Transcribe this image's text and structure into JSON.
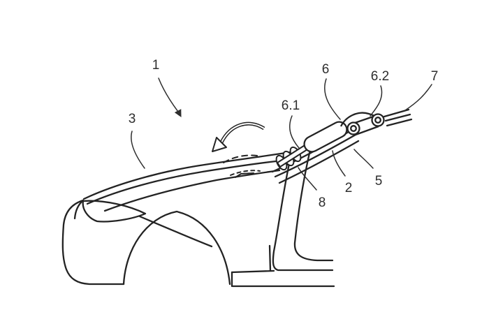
{
  "figure": {
    "background": "#ffffff",
    "line_color": "#232323",
    "label_color": "#2e2e2e",
    "reference_labels": {
      "n1": {
        "text": "1"
      },
      "n3": {
        "text": "3"
      },
      "n61": {
        "text": "6.1"
      },
      "n6": {
        "text": "6"
      },
      "n62": {
        "text": "6.2"
      },
      "n7": {
        "text": "7"
      },
      "n2": {
        "text": "2"
      },
      "n5": {
        "text": "5"
      },
      "n8": {
        "text": "8"
      }
    }
  }
}
